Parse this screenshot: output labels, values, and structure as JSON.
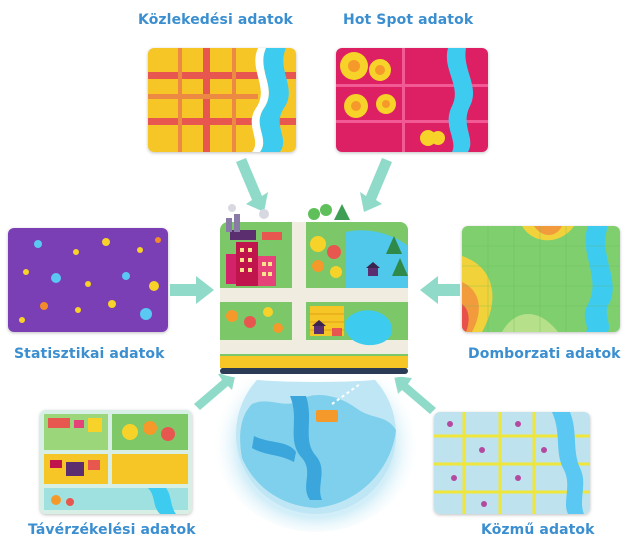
{
  "labels": {
    "traffic": "Közlekedési adatok",
    "hotspot": "Hot Spot adatok",
    "statistics": "Statisztikai adatok",
    "terrain": "Domborzati adatok",
    "remote": "Távérzékelési adatok",
    "utility": "Közmű adatok"
  },
  "colors": {
    "label_blue": "#3b8fd0",
    "arrow": "#8fdac8",
    "traffic_bg": "#f6c526",
    "traffic_road": "#e8574f",
    "hotspot_bg": "#dd1f63",
    "stats_bg": "#7a3fb4",
    "terrain_bg": "#7fcf6e",
    "utility_bg": "#bfe3ee",
    "river": "#3ecbf0"
  }
}
